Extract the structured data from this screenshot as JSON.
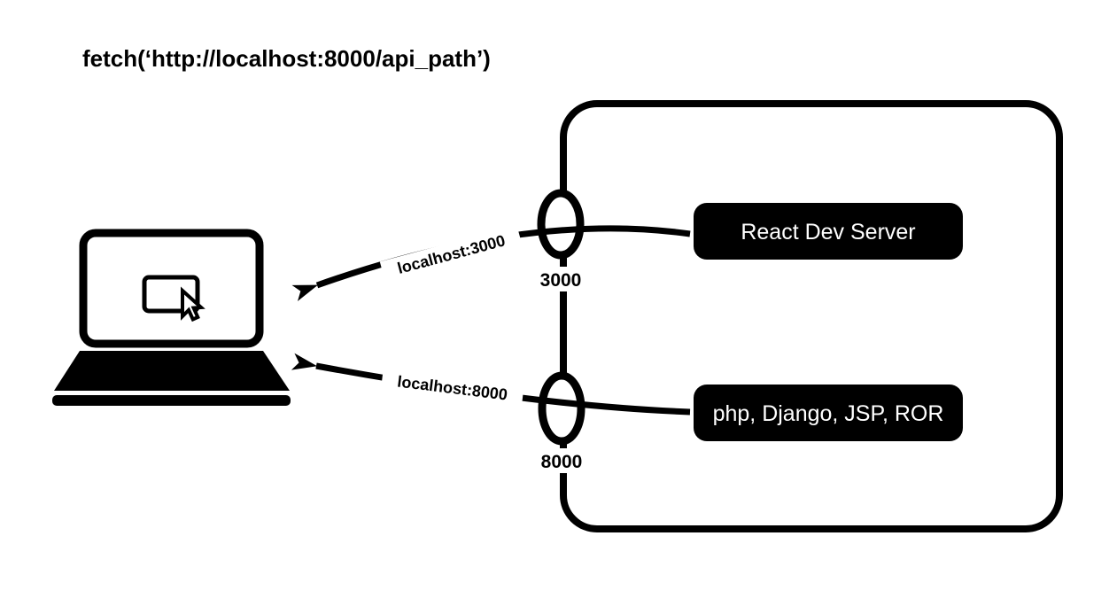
{
  "title": "fetch(‘http://localhost:8000/api_path’)",
  "colors": {
    "ink": "#000000",
    "background": "#ffffff",
    "service_box_fill": "#000000",
    "service_box_text": "#ffffff"
  },
  "icons": {
    "client": "laptop-with-cursor-icon"
  },
  "ports": [
    {
      "number": "3000",
      "service": "React Dev Server",
      "arrow_label": "localhost:3000"
    },
    {
      "number": "8000",
      "service": "php, Django, JSP, ROR",
      "arrow_label": "localhost:8000"
    }
  ]
}
